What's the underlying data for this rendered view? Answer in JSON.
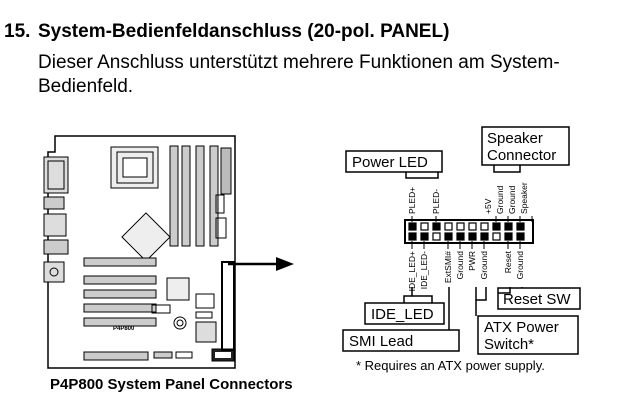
{
  "section": {
    "number": "15.",
    "title": "System-Bedienfeldanschluss (20-pol. PANEL)",
    "description": "Dieser Anschluss unterstützt mehrere Funktionen am System-Bedienfeld."
  },
  "board": {
    "model_label": "P4P800",
    "caption": "P4P800 System Panel Connectors"
  },
  "connector": {
    "callouts": {
      "power_led": "Power LED",
      "speaker_line1": "Speaker",
      "speaker_line2": "Connector",
      "ide_led": "IDE_LED",
      "smi_lead": "SMI Lead",
      "reset_sw": "Reset SW",
      "atx_line1": "ATX Power",
      "atx_line2": "Switch*"
    },
    "top_pins": [
      "PLED+",
      "PLED-",
      "+5V",
      "Ground",
      "Ground",
      "Speaker"
    ],
    "bottom_pins": [
      "IDE_LED+",
      "IDE_LED-",
      "ExtSMI#",
      "Ground",
      "PWR",
      "Ground",
      "Reset",
      "Ground"
    ],
    "footnote": "* Requires an ATX power supply."
  }
}
